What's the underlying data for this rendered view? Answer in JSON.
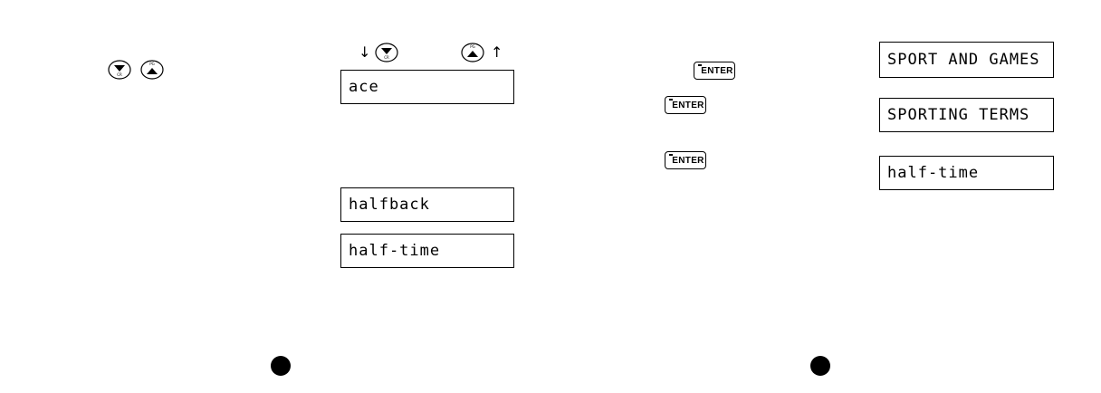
{
  "left_page": {
    "keys_row1": [
      "arrow-down-key-icon",
      "arrow-up-key-icon"
    ],
    "nav_keys": [
      "arrow-down-key-icon",
      "arrow-up-key-icon"
    ],
    "nav_arrows": [
      "↓",
      "↑"
    ],
    "screens": [
      "ace",
      "halfback",
      "half-time"
    ]
  },
  "right_page": {
    "enter_label": "ENTER",
    "screens": [
      "SPORT AND GAMES",
      "SPORTING TERMS",
      "half-time"
    ]
  },
  "colors": {
    "ink": "#000000",
    "paper": "#ffffff"
  }
}
